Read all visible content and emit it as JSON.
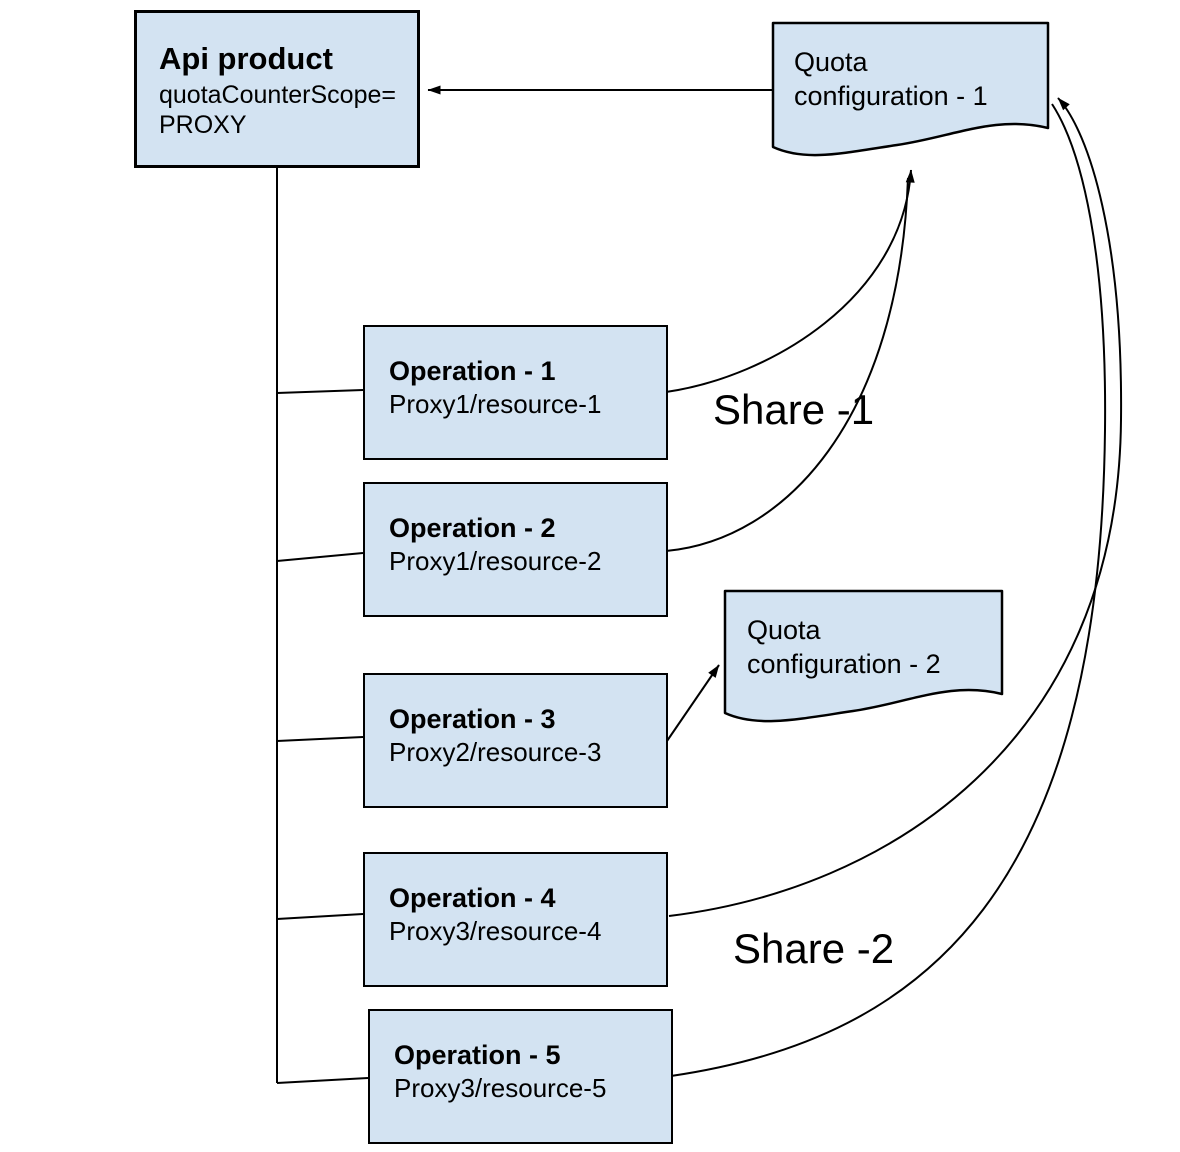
{
  "api_product": {
    "title": "Api product",
    "attr_line1": "quotaCounterScope=",
    "attr_line2": "PROXY"
  },
  "quota_configs": [
    {
      "line1": "Quota",
      "line2": "configuration - 1"
    },
    {
      "line1": "Quota",
      "line2": "configuration - 2"
    }
  ],
  "operations": [
    {
      "name": "Operation - 1",
      "path": "Proxy1/resource-1"
    },
    {
      "name": "Operation - 2",
      "path": "Proxy1/resource-2"
    },
    {
      "name": "Operation - 3",
      "path": "Proxy2/resource-3"
    },
    {
      "name": "Operation - 4",
      "path": "Proxy3/resource-4"
    },
    {
      "name": "Operation - 5",
      "path": "Proxy3/resource-5"
    }
  ],
  "labels": {
    "share1": "Share -1",
    "share2": "Share -2"
  },
  "colors": {
    "node_fill": "#d3e3f2",
    "node_border": "#000000",
    "connector": "#000000",
    "background": "#ffffff"
  }
}
